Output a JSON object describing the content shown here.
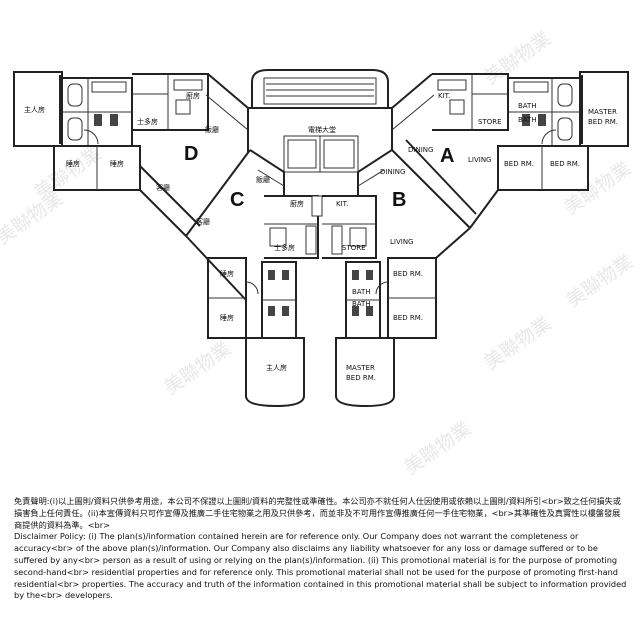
{
  "plan": {
    "units": [
      "A",
      "B",
      "C",
      "D"
    ],
    "labels": {
      "master_bed_d": "主人房",
      "kitchen_d": "廚房",
      "maid_d": "士多房",
      "dining_d": "飯廳",
      "bed1_d": "睡房",
      "bed2_d": "睡房",
      "living_d": "客廳",
      "lobby": "電梯大堂",
      "dining_c": "飯廳",
      "living_c": "客廳",
      "kitchen_c": "廚房",
      "kit_b": "KIT.",
      "maid_c": "士多房",
      "store_b": "STORE",
      "living_b": "LIVING",
      "dining_b": "DINING",
      "bed1_c": "睡房",
      "bed2_c": "睡房",
      "master_c": "主人房",
      "bed1_b": "BED RM.",
      "bed2_b": "BED RM.",
      "bath_b1": "BATH",
      "bath_b2": "BATH",
      "master_b_1": "MASTER",
      "master_b_2": "BED RM.",
      "kit_a": "KIT.",
      "store_a": "STORE",
      "dining_a": "DINING",
      "living_a": "LIVING",
      "bed1_a": "BED RM.",
      "bed2_a": "BED RM.",
      "bath_a1": "BATH",
      "bath_a2": "BATH",
      "master_a_1": "MASTER",
      "master_a_2": "BED RM."
    },
    "watermark": "美聯物業"
  },
  "disclaimer": {
    "zh": "免責聲明:(i)以上圖則/資料只供參考用途，本公司不保證以上圖則/資料的完整性或準確性。本公司亦不就任何人仕因使用或依賴以上圖則/資料所引<br>致之任何損失或損害負上任何責任。(ii)本宣傳資料只可作宣傳及推廣二手住宅物業之用及只供參考，而並非及不可用作宣傳推廣任何一手住宅物業，<br>其準確性及真實性以樓盤發展商提供的資料為準。<br>",
    "en": "Disclaimer Policy: (i) The plan(s)/information contained herein are for reference only. Our Company does not warrant the completeness or accuracy<br> of the above plan(s)/information. Our Company also disclaims any liability whatsoever for any loss or damage suffered or to be suffered by any<br> person as a result of using or relying on the plan(s)/information. (ii) This promotional material is for the purpose of promoting second-hand<br> residential properties and for reference only. This promotional material shall not be used for the purpose of promoting first-hand residential<br> properties. The accuracy and truth of the information contained in this promotional material shall be subject to information provided by the<br> developers."
  }
}
